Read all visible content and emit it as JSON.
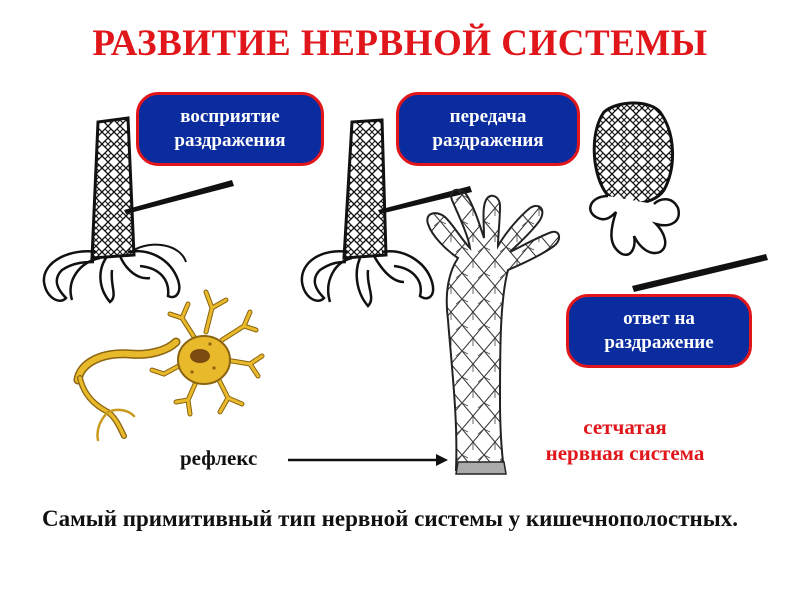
{
  "title": "РАЗВИТИЕ НЕРВНОЙ СИСТЕМЫ",
  "labels": {
    "perception_line1": "восприятие",
    "perception_line2": "раздражения",
    "transmission_line1": "передача",
    "transmission_line2": "раздражения",
    "response_line1": "ответ на",
    "response_line2": "раздражение",
    "reflex": "рефлекс",
    "net_line1": "сетчатая",
    "net_line2": "нервная система"
  },
  "caption": "Самый примитивный тип нервной системы у кишечнополостных.",
  "colors": {
    "title": "#e0161b",
    "pill_fill": "#0a2c9e",
    "pill_border": "#e0161b",
    "neuron": "#e8b92a",
    "neuron_outline": "#8a6410",
    "nucleus": "#7a4a10"
  },
  "icons": {
    "hydra_left": "hydra-polyp-icon",
    "hydra_middle": "hydra-polyp-icon",
    "medusa": "medusa-icon",
    "hydra_large": "hydra-net-icon",
    "neuron": "neuron-icon",
    "arrow": "arrow-right-icon"
  }
}
